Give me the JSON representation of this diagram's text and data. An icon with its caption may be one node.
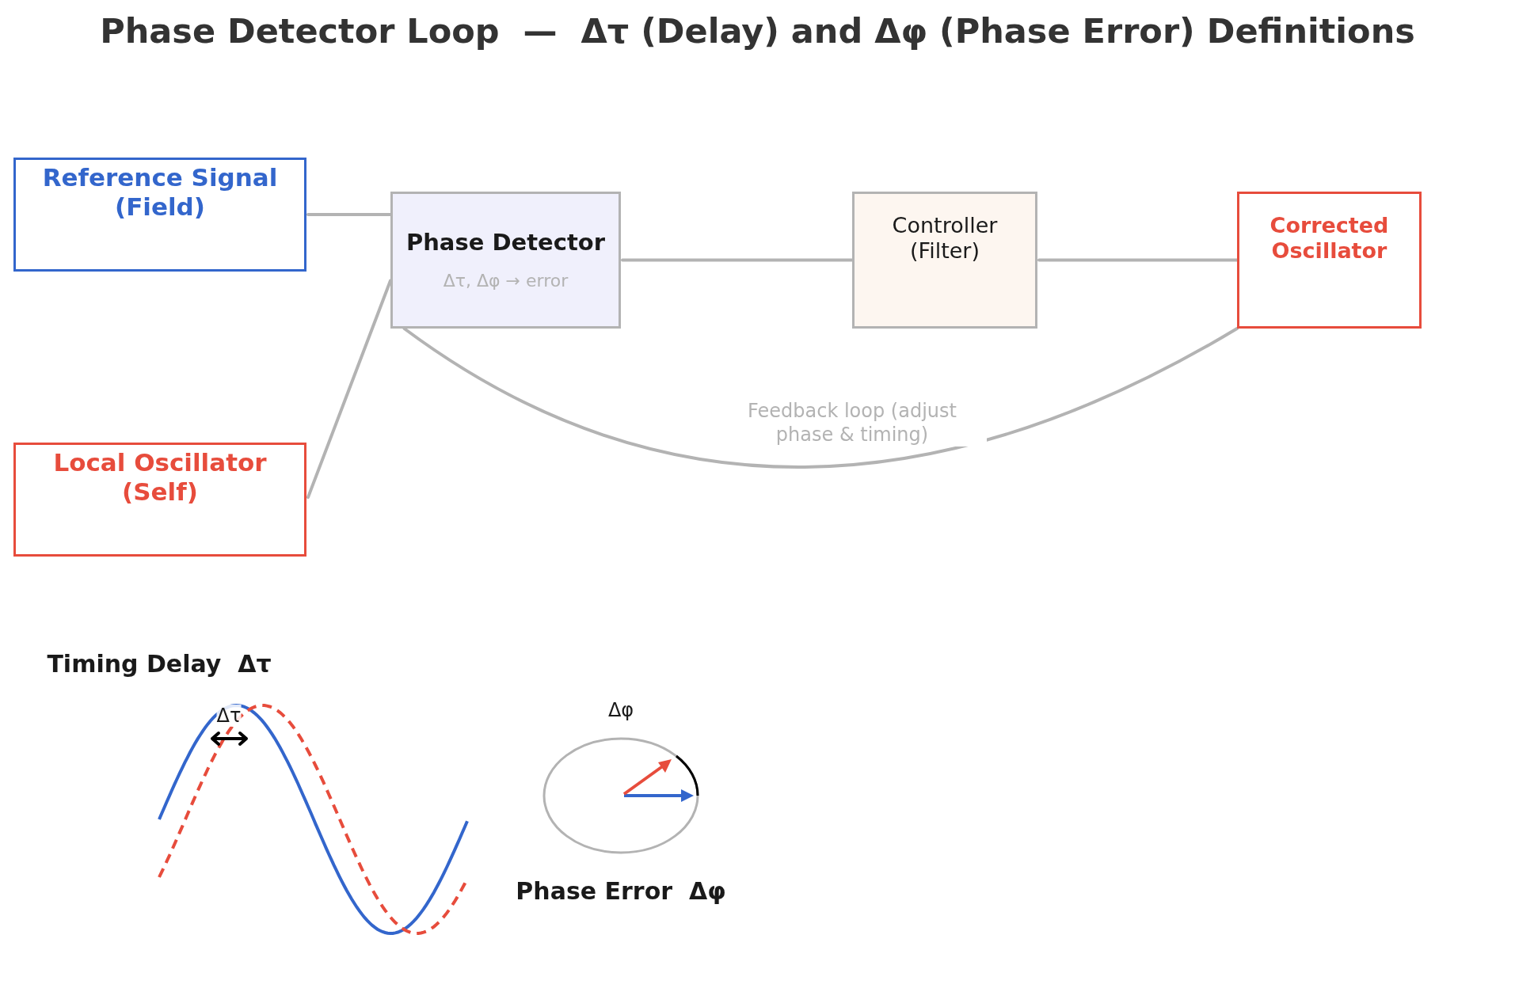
{
  "diagram": {
    "title": "Phase Detector Loop  —  Δτ (Delay) and Δφ (Phase Error) Definitions",
    "nodes": [
      {
        "text": [
          "Reference Signal (Field)"
        ]
      },
      {
        "text": [
          "Local Oscillator (Self)"
        ]
      },
      {
        "text": [
          "Phase Detector",
          "Δτ, Δφ → error"
        ]
      },
      {
        "text": [
          "Controller (Filter)"
        ]
      },
      {
        "text": [
          "Corrected Oscillator"
        ]
      }
    ],
    "edges": [
      {
        "from": 0,
        "to": 2,
        "arrow": "none"
      },
      {
        "from": 1,
        "to": 2,
        "arrow": "none"
      },
      {
        "from": 2,
        "to": 3,
        "arrow": "none"
      },
      {
        "from": 3,
        "to": 4,
        "arrow": "none"
      },
      {
        "from": 4,
        "to": 2,
        "arrow": "none",
        "label": "Feedback loop (adjust phase & timing)"
      }
    ],
    "labels": [
      "Timing Delay  Δτ",
      "Δτ",
      "Δφ",
      "Phase Error  Δφ"
    ]
  }
}
